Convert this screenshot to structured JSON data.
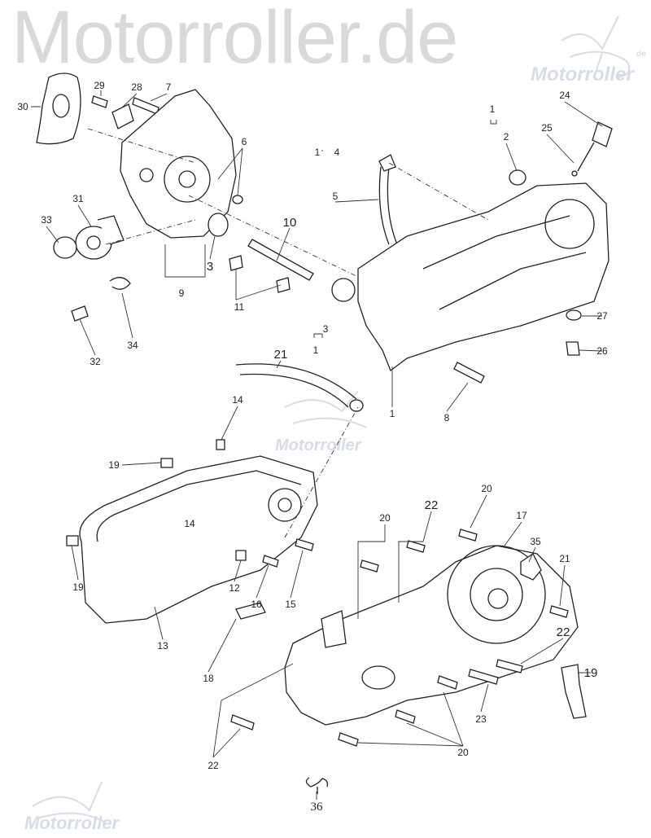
{
  "watermark": {
    "text": "Motorroller.de",
    "logo_text": "Motorroller",
    "logo_sup": "de"
  },
  "labels": [
    "30",
    "29",
    "28",
    "7",
    "6",
    "1",
    "2",
    "1",
    "4",
    "24",
    "25",
    "5",
    "31",
    "33",
    "10",
    "3",
    "9",
    "11",
    "3",
    "1",
    "27",
    "26",
    "34",
    "32",
    "21",
    "1",
    "8",
    "14",
    "19",
    "14",
    "19",
    "12",
    "16",
    "15",
    "13",
    "20",
    "22",
    "20",
    "17",
    "35",
    "21",
    "22",
    "19",
    "18",
    "23",
    "22",
    "20",
    "36"
  ],
  "colors": {
    "ink": "#222222",
    "watermark": "#d9d9d9",
    "logo": "#d6dde6"
  }
}
